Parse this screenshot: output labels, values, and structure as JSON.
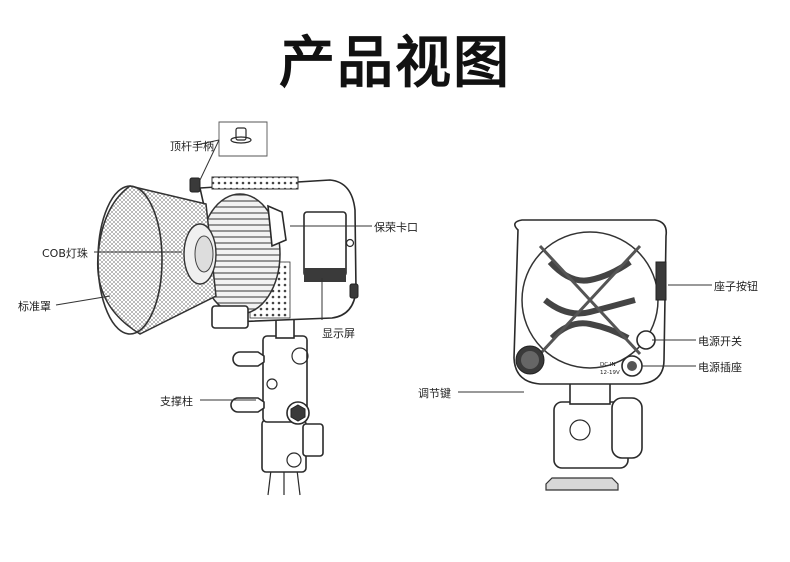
{
  "title": "产品视图",
  "labels": {
    "top_handle": "顶杆手柄",
    "bayonet": "保荣卡口",
    "cob_bead": "COB灯珠",
    "reflector": "标准罩",
    "display": "显示屏",
    "support_pole": "支撑柱",
    "seat_button": "座子按钮",
    "power_switch": "电源开关",
    "power_socket": "电源插座",
    "adjust_knob": "调节键"
  },
  "device_text": {
    "dc_in": "DC IN",
    "voltage": "12-19V"
  },
  "colors": {
    "line": "#333333",
    "fill_light": "#d8d8d8"
  }
}
